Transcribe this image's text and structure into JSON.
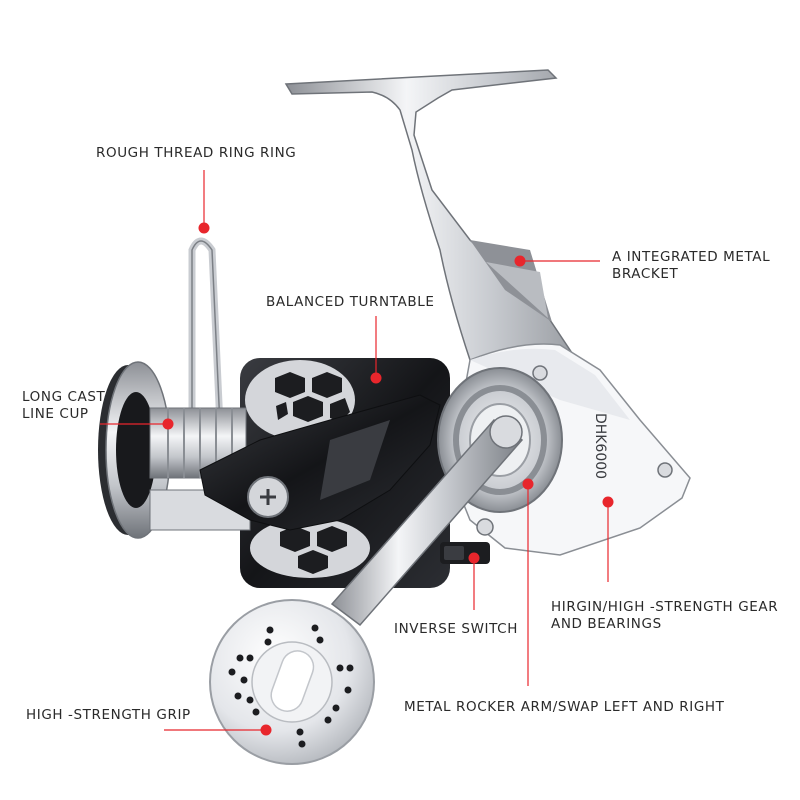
{
  "callouts": {
    "thread_ring": "ROUGH THREAD RING RING",
    "bracket_line1": "A INTEGRATED METAL",
    "bracket_line2": "BRACKET",
    "turntable": "BALANCED TURNTABLE",
    "line_cup_line1": "LONG CAST",
    "line_cup_line2": "LINE CUP",
    "gear_line1": "HIRGIN/HIGH -STRENGTH GEAR",
    "gear_line2": "AND BEARINGS",
    "inverse_switch": "INVERSE SWITCH",
    "grip": "HIGH -STRENGTH GRIP",
    "rocker_arm": "METAL ROCKER ARM/SWAP LEFT AND RIGHT"
  },
  "product": {
    "model": "DHK6000"
  },
  "colors": {
    "callout_dot": "#e8262c",
    "callout_line": "#e8262c",
    "label_text": "#2a2a2a",
    "chrome": "#d9dbdf",
    "dark_body": "#1c1d20",
    "background": "#ffffff"
  }
}
